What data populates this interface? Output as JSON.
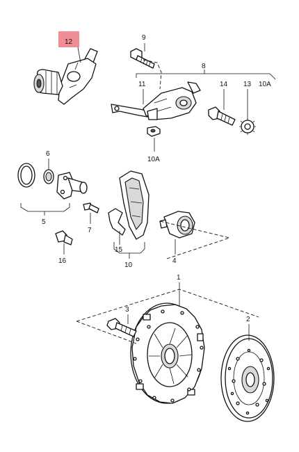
{
  "highlight_color": "#f08c95",
  "callouts": [
    {
      "id": "c12",
      "text": "12"
    },
    {
      "id": "c9",
      "text": "9"
    },
    {
      "id": "c8",
      "text": "8"
    },
    {
      "id": "c11",
      "text": "11"
    },
    {
      "id": "c14",
      "text": "14"
    },
    {
      "id": "c13",
      "text": "13"
    },
    {
      "id": "c10A-top",
      "text": "10A"
    },
    {
      "id": "c10A-bottom",
      "text": "10A"
    },
    {
      "id": "c6",
      "text": "6"
    },
    {
      "id": "c5",
      "text": "5"
    },
    {
      "id": "c7",
      "text": "7"
    },
    {
      "id": "c16",
      "text": "16"
    },
    {
      "id": "c15",
      "text": "15"
    },
    {
      "id": "c10",
      "text": "10"
    },
    {
      "id": "c4",
      "text": "4"
    },
    {
      "id": "c1",
      "text": "1"
    },
    {
      "id": "c3",
      "text": "3"
    },
    {
      "id": "c2",
      "text": "2"
    }
  ]
}
